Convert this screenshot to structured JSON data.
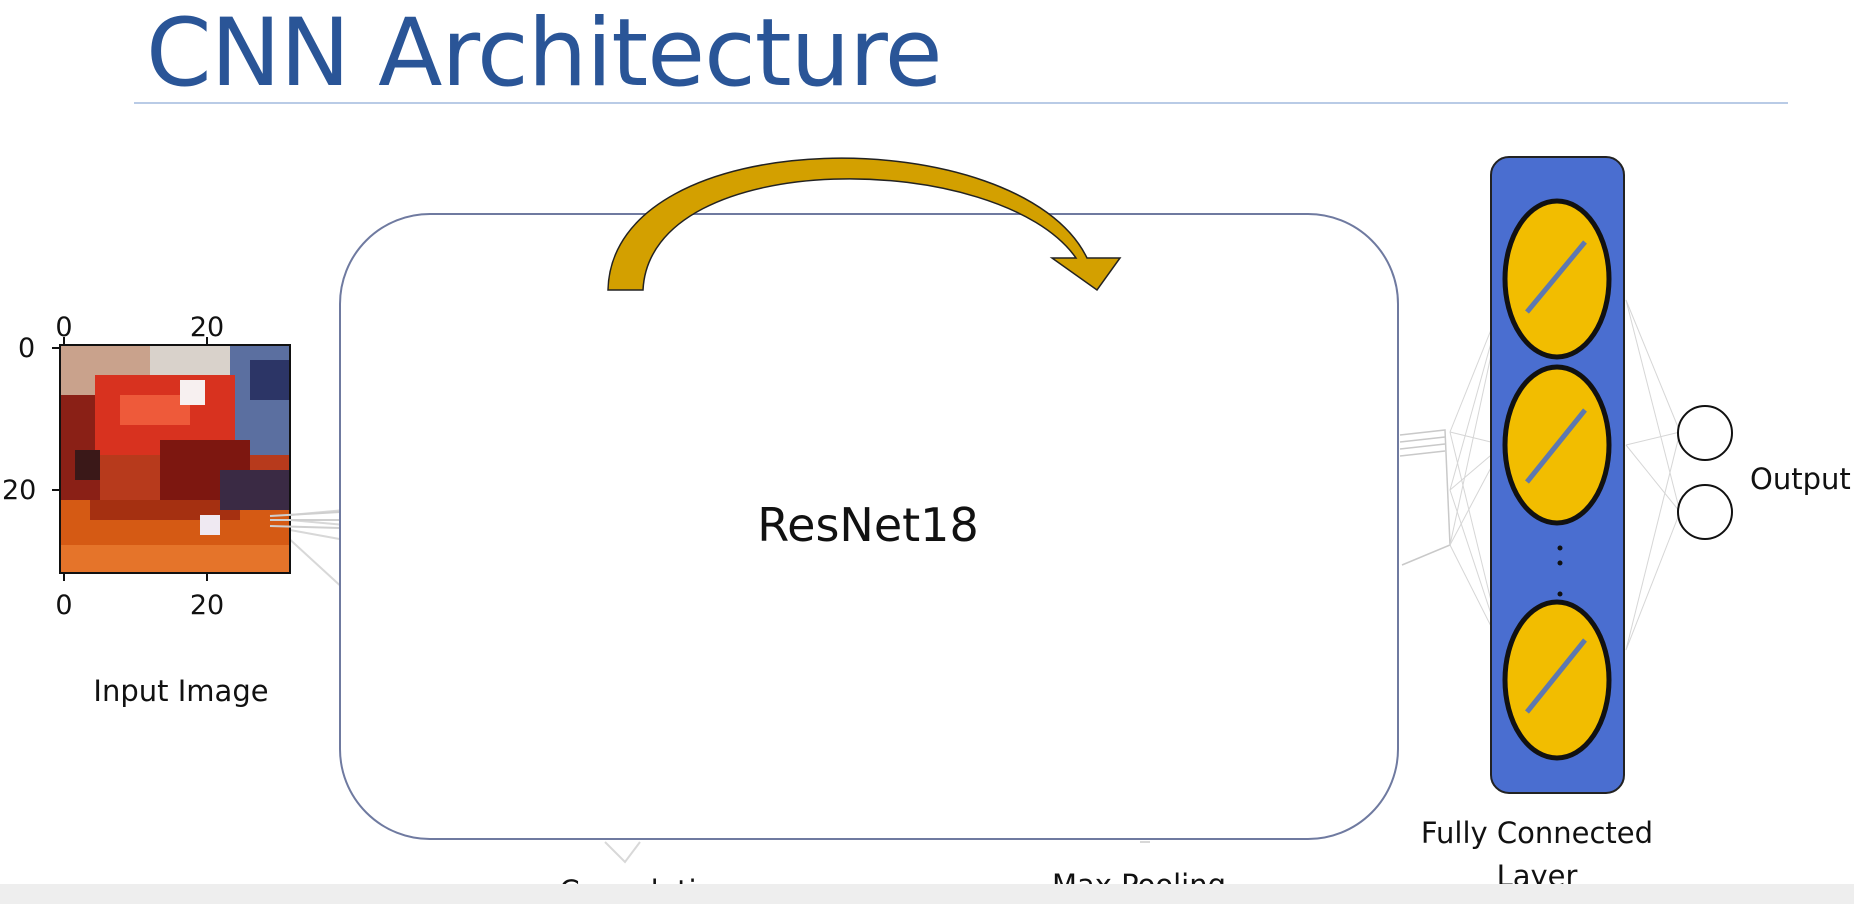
{
  "title": "CNN Architecture",
  "input": {
    "label": "Input Image",
    "ticks_top": [
      "0",
      "20"
    ],
    "ticks_left": [
      "0",
      "20"
    ],
    "ticks_bottom": [
      "0",
      "20"
    ]
  },
  "center_block": {
    "label": "ResNet18"
  },
  "layers": {
    "convolution": "Convolution",
    "max_pooling": "Max Pooling",
    "fc_line1": "Fully Connected",
    "fc_line2": "Layer",
    "output": "Output"
  },
  "colors": {
    "title": "#2a5597",
    "fc_panel": "#4a6ed0",
    "neuron": "#f2bd00",
    "arrow": "#d3a000",
    "block_border": "#6f7aa0"
  },
  "icons": [
    "skip-connection-arrow-icon",
    "neuron-icon",
    "output-node-icon",
    "car-image-icon"
  ]
}
